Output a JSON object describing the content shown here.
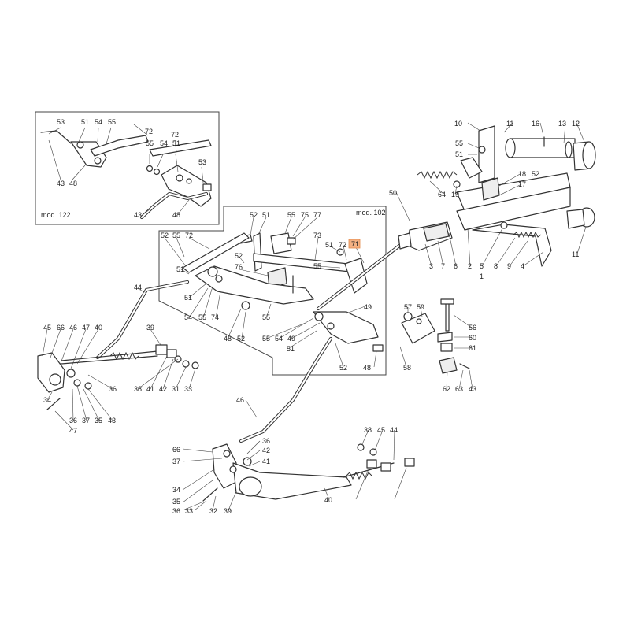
{
  "diagram": {
    "inset_label": "mod. 122",
    "main_label": "mod. 102",
    "highlighted_callout": "71",
    "highlight_color": "#f4b183",
    "line_color": "#333333"
  },
  "callouts": [
    {
      "id": "c53a",
      "label": "53"
    },
    {
      "id": "c51a",
      "label": "51"
    },
    {
      "id": "c54a",
      "label": "54"
    },
    {
      "id": "c55a",
      "label": "55"
    },
    {
      "id": "c72a",
      "label": "72"
    },
    {
      "id": "c72b",
      "label": "72"
    },
    {
      "id": "c55b",
      "label": "55"
    },
    {
      "id": "c54b",
      "label": "54"
    },
    {
      "id": "c51b",
      "label": "51"
    },
    {
      "id": "c53b",
      "label": "53"
    },
    {
      "id": "c43a",
      "label": "43"
    },
    {
      "id": "c48a",
      "label": "48"
    },
    {
      "id": "c43b",
      "label": "43"
    },
    {
      "id": "c48b",
      "label": "48"
    },
    {
      "id": "c10",
      "label": "10"
    },
    {
      "id": "c11a",
      "label": "11"
    },
    {
      "id": "c16",
      "label": "16"
    },
    {
      "id": "c13",
      "label": "13"
    },
    {
      "id": "c12",
      "label": "12"
    },
    {
      "id": "c55c",
      "label": "55"
    },
    {
      "id": "c51c",
      "label": "51"
    },
    {
      "id": "c18",
      "label": "18"
    },
    {
      "id": "c52a",
      "label": "52"
    },
    {
      "id": "c17",
      "label": "17"
    },
    {
      "id": "c64",
      "label": "64"
    },
    {
      "id": "c19",
      "label": "19"
    },
    {
      "id": "c50",
      "label": "50"
    },
    {
      "id": "c11b",
      "label": "11"
    },
    {
      "id": "c3",
      "label": "3"
    },
    {
      "id": "c7",
      "label": "7"
    },
    {
      "id": "c6",
      "label": "6"
    },
    {
      "id": "c2",
      "label": "2"
    },
    {
      "id": "c5",
      "label": "5"
    },
    {
      "id": "c8",
      "label": "8"
    },
    {
      "id": "c9",
      "label": "9"
    },
    {
      "id": "c4",
      "label": "4"
    },
    {
      "id": "c1",
      "label": "1"
    },
    {
      "id": "c52b",
      "label": "52"
    },
    {
      "id": "c51d",
      "label": "51"
    },
    {
      "id": "c55d",
      "label": "55"
    },
    {
      "id": "c75",
      "label": "75"
    },
    {
      "id": "c77",
      "label": "77"
    },
    {
      "id": "c52c",
      "label": "52"
    },
    {
      "id": "c55e",
      "label": "55"
    },
    {
      "id": "c72c",
      "label": "72"
    },
    {
      "id": "c73",
      "label": "73"
    },
    {
      "id": "c51e",
      "label": "51"
    },
    {
      "id": "c72d",
      "label": "72"
    },
    {
      "id": "c71",
      "label": "71"
    },
    {
      "id": "c52d",
      "label": "52"
    },
    {
      "id": "c76",
      "label": "76"
    },
    {
      "id": "c55f",
      "label": "55"
    },
    {
      "id": "c51f",
      "label": "51"
    },
    {
      "id": "c51g",
      "label": "51"
    },
    {
      "id": "c54c",
      "label": "54"
    },
    {
      "id": "c55g",
      "label": "55"
    },
    {
      "id": "c74",
      "label": "74"
    },
    {
      "id": "c55h",
      "label": "55"
    },
    {
      "id": "c49a",
      "label": "49"
    },
    {
      "id": "c48c",
      "label": "48"
    },
    {
      "id": "c52e",
      "label": "52"
    },
    {
      "id": "c55i",
      "label": "55"
    },
    {
      "id": "c54d",
      "label": "54"
    },
    {
      "id": "c49b",
      "label": "49"
    },
    {
      "id": "c51h",
      "label": "51"
    },
    {
      "id": "c52f",
      "label": "52"
    },
    {
      "id": "c48d",
      "label": "48"
    },
    {
      "id": "c58",
      "label": "58"
    },
    {
      "id": "c57",
      "label": "57"
    },
    {
      "id": "c59",
      "label": "59"
    },
    {
      "id": "c56",
      "label": "56"
    },
    {
      "id": "c60",
      "label": "60"
    },
    {
      "id": "c61",
      "label": "61"
    },
    {
      "id": "c62",
      "label": "62"
    },
    {
      "id": "c63",
      "label": "63"
    },
    {
      "id": "c43c",
      "label": "43"
    },
    {
      "id": "c44a",
      "label": "44"
    },
    {
      "id": "c45a",
      "label": "45"
    },
    {
      "id": "c66a",
      "label": "66"
    },
    {
      "id": "c46a",
      "label": "46"
    },
    {
      "id": "c47a",
      "label": "47"
    },
    {
      "id": "c40a",
      "label": "40"
    },
    {
      "id": "c39a",
      "label": "39"
    },
    {
      "id": "c38a",
      "label": "38"
    },
    {
      "id": "c41a",
      "label": "41"
    },
    {
      "id": "c42a",
      "label": "42"
    },
    {
      "id": "c31",
      "label": "31"
    },
    {
      "id": "c33a",
      "label": "33"
    },
    {
      "id": "c36a",
      "label": "36"
    },
    {
      "id": "c34a",
      "label": "34"
    },
    {
      "id": "c36b",
      "label": "36"
    },
    {
      "id": "c37a",
      "label": "37"
    },
    {
      "id": "c35a",
      "label": "35"
    },
    {
      "id": "c43d",
      "label": "43"
    },
    {
      "id": "c47b",
      "label": "47"
    },
    {
      "id": "c46b",
      "label": "46"
    },
    {
      "id": "c66b",
      "label": "66"
    },
    {
      "id": "c37b",
      "label": "37"
    },
    {
      "id": "c36c",
      "label": "36"
    },
    {
      "id": "c42b",
      "label": "42"
    },
    {
      "id": "c41b",
      "label": "41"
    },
    {
      "id": "c38b",
      "label": "38"
    },
    {
      "id": "c45b",
      "label": "45"
    },
    {
      "id": "c44b",
      "label": "44"
    },
    {
      "id": "c34b",
      "label": "34"
    },
    {
      "id": "c35b",
      "label": "35"
    },
    {
      "id": "c36d",
      "label": "36"
    },
    {
      "id": "c33b",
      "label": "33"
    },
    {
      "id": "c32",
      "label": "32"
    },
    {
      "id": "c39b",
      "label": "39"
    },
    {
      "id": "c40b",
      "label": "40"
    }
  ]
}
